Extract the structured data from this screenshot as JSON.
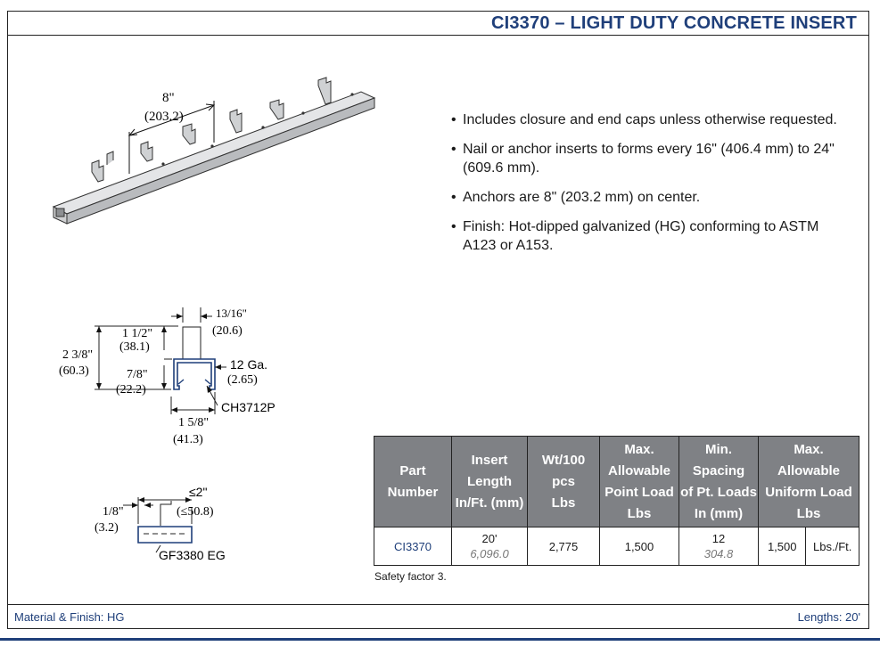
{
  "title": "CI3370 – LIGHT DUTY CONCRETE INSERT",
  "bullets": [
    "Includes closure and end caps unless otherwise requested.",
    "Nail or anchor inserts to forms every 16\" (406.4 mm) to 24\" (609.6 mm).",
    "Anchors are 8\" (203.2 mm) on center.",
    "Finish: Hot-dipped galvanized (HG) conforming to ASTM A123 or A153."
  ],
  "iso_drawing": {
    "spacing_in": "8\"",
    "spacing_mm": "(203.2)"
  },
  "section_drawing": {
    "overall_h_in": "2 3/8\"",
    "overall_h_mm": "(60.3)",
    "upper_in": "1 1/2\"",
    "upper_mm": "(38.1)",
    "lower_in": "7/8\"",
    "lower_mm": "(22.2)",
    "top_w_in": "13/16\"",
    "top_w_mm": "(20.6)",
    "gauge": "12 Ga.",
    "gauge_mm": "(2.65)",
    "channel": "CH3712P",
    "width_in": "1 5/8\"",
    "width_mm": "(41.3)"
  },
  "closure_drawing": {
    "t_in": "1/8\"",
    "t_mm": "(3.2)",
    "len_in": "≤2\"",
    "len_mm": "(≤50.8)",
    "part": "GF3380 EG"
  },
  "table": {
    "headers": [
      [
        "Part",
        "Number"
      ],
      [
        "Insert",
        "Length",
        "In/Ft. (mm)"
      ],
      [
        "Wt/100",
        "pcs",
        "Lbs"
      ],
      [
        "Max.",
        "Allowable",
        "Point Load",
        "Lbs"
      ],
      [
        "Min.",
        "Spacing",
        "of Pt. Loads",
        "In (mm)"
      ],
      [
        "Max.",
        "Allowable",
        "Uniform Load",
        "Lbs"
      ]
    ],
    "row": {
      "part": "CI3370",
      "length": "20'",
      "length_mm": "6,096.0",
      "weight": "2,775",
      "point_load": "1,500",
      "spacing": "12",
      "spacing_mm": "304.8",
      "uniform_load": "1,500",
      "uniform_unit": "Lbs./Ft."
    }
  },
  "note": "Safety factor 3.",
  "footer": {
    "left": "Material & Finish: HG",
    "right": "Lengths: 20'"
  },
  "colors": {
    "accent": "#1f3f7a",
    "header_gray": "#7f8185"
  }
}
